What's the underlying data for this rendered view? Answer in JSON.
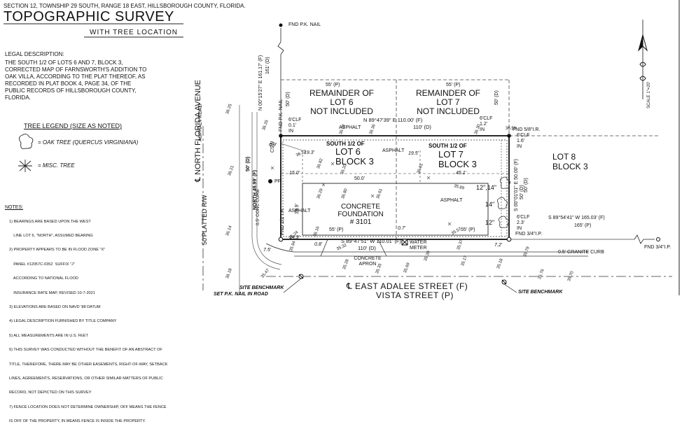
{
  "header": {
    "section_line": "SECTION 12, TOWNSHIP 29 SOUTH, RANGE 18 EAST, HILLSBOROUGH COUNTY, FLORIDA.",
    "title": "TOPOGRAPHIC SURVEY",
    "subtitle": "WITH TREE LOCATION"
  },
  "legal": {
    "heading": "LEGAL DESCRIPTION:",
    "lines": [
      "THE SOUTH 1/2 OF LOTS 6 AND 7, BLOCK 3,",
      "CORRECTED MAP OF FARNSWORTH'S ADDITION TO",
      "OAK VILLA, ACCORDING TO THE PLAT THEREOF, AS",
      "RECORDED IN PLAT BOOK 4, PAGE 34, OF THE",
      "PUBLIC RECORDS OF HILLSBOROUGH COUNTY,",
      "FLORIDA."
    ]
  },
  "tree_legend": {
    "heading": "TREE LEGEND (SIZE AS NOTED)",
    "oak": "= OAK TREE (QUERCUS VIRGINIANA)",
    "misc": "= MISC. TREE"
  },
  "notes": {
    "heading": "NOTES:",
    "lines": [
      "1) BEARINGS ARE BASED UPON THE WEST",
      "    LINE LOT 6, \"NORTH\", ASSUMED BEARING",
      "2) PROPERTY APPEARS TO BE IN FLOOD ZONE \"X\"",
      "    PANEL #12057C-0352  SUFFIX \"J\"",
      "    ACCORDING TO NATIONAL FLOOD",
      "    INSURANCE RATE MAP, REVISED 10-7-2021",
      "3) ELEVATIONS ARE BASED ON NAVD '88 DATUM",
      "4) LEGAL DESCRIPTION FURNISHED BY TITLE COMPANY",
      "5) ALL MEASUREMENTS ARE IN U.S. FEET",
      "6) THIS SURVEY WAS CONDUCTED WITHOUT THE BENEFIT OF AN ABSTRACT OF",
      "TITLE, THEREFORE, THERE MAY BE OTHER EASEMENTS, RIGHT-OF-WAY, SETBACK",
      "LINES, AGREEMENTS, RESERVATIONS, OR OTHER SIMILAR MATTERS OF PUBLIC",
      "RECORD, NOT DEPICTED ON THIS SURVEY",
      "7) FENCE LOCATION DOES NOT DETERMINE OWNERSHIP, OFF MEANS THE FENCE",
      "IS OFF OF THE PROPERTY, IN MEANS FENCE IS INSIDE THE PROPERTY."
    ]
  },
  "streets": {
    "west_label": "℄ NORTH FLORIDA AVENUE",
    "west_row": "50'PLATTED R/W",
    "west_surface": "ASPHALT ROAD",
    "south_label": "℄ EAST ADALEE STREET (F)",
    "south_alt": "VISTA STREET (P)",
    "granite_curb": "0.5' GRANITE CURB",
    "conc_curb": "0.5' CONC CURB"
  },
  "lots": {
    "rem6": [
      "REMAINDER OF",
      "LOT 6",
      "NOT INCLUDED"
    ],
    "rem7": [
      "REMAINDER OF",
      "LOT 7",
      "NOT INCLUDED"
    ],
    "lot6_small": "SOUTH 1/2 OF",
    "lot6_main": [
      "LOT 6",
      "BLOCK 3"
    ],
    "lot7_small": "SOUTH 1/2 OF",
    "lot7_main": [
      "LOT 7",
      "BLOCK 3"
    ],
    "lot8": [
      "LOT 8",
      "BLOCK 3"
    ],
    "foundation": [
      "CONCRETE",
      "FOUNDATION",
      "# 3101"
    ]
  },
  "bearings": {
    "north_line_bearing": "N 89°47'39\" E  110.00' (F)",
    "north_line_plat": "110' (D)",
    "south_line_bearing": "S 89°47'51\" W  110.01' (F)",
    "south_line_plat": "110' (D)",
    "west_line": "NORTH  49.99' (F)",
    "west_line_d": "50' (D)",
    "east_line": "S 00°01'01\" E  50.00' (F)",
    "east_line_d": "50' (D)",
    "north_ext": "N 00°15'27\" E  161.17' (F)",
    "north_ext_d": "161' (D)",
    "east_ext": "S 89°54'41\" W  165.03' (F)",
    "east_ext_p": "165' (P)",
    "lot6_top_p": "55' (P)",
    "lot7_top_p": "55' (P)",
    "lot6_bot_p": "55' (P)",
    "lot7_bot_p": "55' (P)",
    "rem_w_d": "50' (D)",
    "rem_e_d": "50' (D)",
    "lot8_d": "50' (D)"
  },
  "monuments": {
    "fnd_pk_top": "FND P.K. NAIL",
    "fnd_pk_nw": "FND P.K. NAIL",
    "fnd_ir_ne": "FND 5/8\"I.R.",
    "fnd_ip_se": "FND 3/4\"I.P.",
    "fnd_ip_far": "FND 3/4\"I.P.",
    "fnd_ir_sw": "FND 1/2\"I.R."
  },
  "annotations": {
    "clf_nw": [
      "6'CLF",
      "0.1'",
      "IN"
    ],
    "clf_ne": [
      "6'CLF",
      "1.2'",
      "IN"
    ],
    "clf_e": [
      "6'CLF",
      "1.6'",
      "IN"
    ],
    "clf_se": [
      "6'CLF",
      "2.3'",
      "IN"
    ],
    "asphalt": "ASPHALT",
    "concrete_apron": [
      "CONCRETE",
      "APRON"
    ],
    "water_meter": [
      "WATER",
      "METER"
    ],
    "csw": "CSW",
    "pp": "PP",
    "dim_150": "15.0'",
    "dim_500": "50.0'",
    "dim_451": "45.1'",
    "dim_193": "19.3'",
    "dim_195": "19.5'",
    "dim_399": "39.9'",
    "dim_69": "6.9'",
    "dim_08": "0.8'",
    "dim_07": "0.7'",
    "dim_75": "7.5'",
    "dim_72": "7.2'",
    "dim_149": "14.9'",
    "trees": [
      "12\",14\"",
      "14\"",
      "12\""
    ],
    "site_benchmark": "SITE BENCHMARK",
    "set_pk": "SET P.K. NAIL IN ROAD",
    "scale": "SCALE 1\"=20'"
  },
  "elevations": [
    "36.25",
    "36.21",
    "36.14",
    "36.18",
    "36.26",
    "36.22",
    "36.32",
    "36.36",
    "36.30",
    "36.29",
    "36.20",
    "36.81",
    "35.89",
    "36.80",
    "36.16",
    "36.24",
    "35.94",
    "35.57",
    "35.79",
    "35.37",
    "35.69",
    "35.39",
    "35.17",
    "35.18",
    "35.76",
    "35.47",
    "35.32",
    "35.28",
    "35.35",
    "35.70",
    "36.59",
    "36.61",
    "36.82"
  ]
}
